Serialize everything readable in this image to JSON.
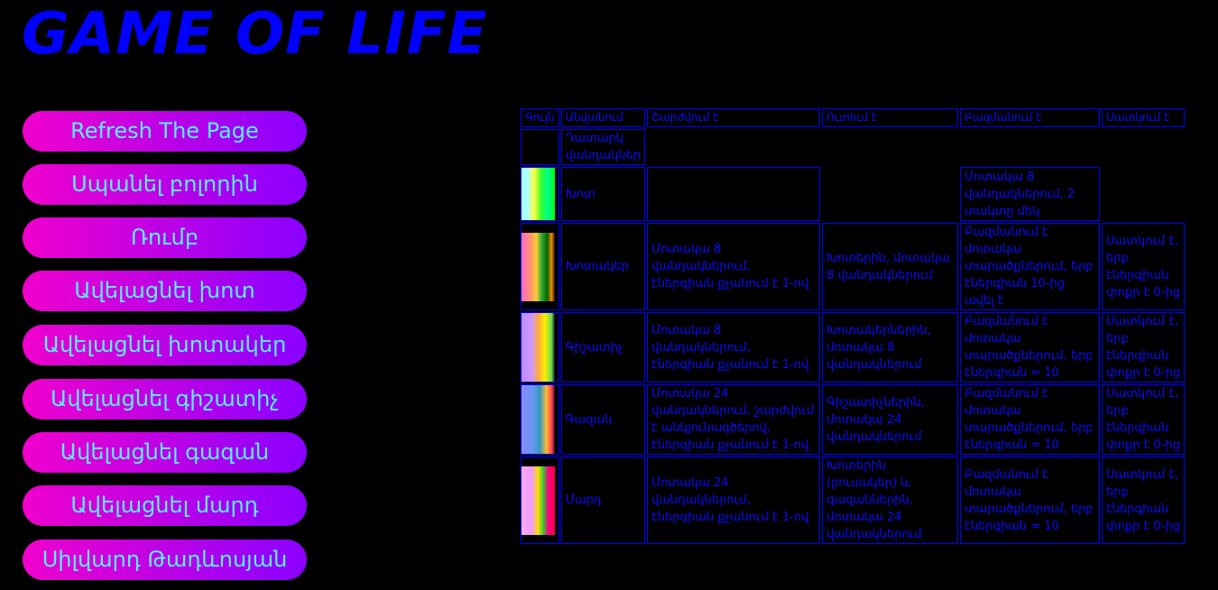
{
  "title": "GAME OF LIFE",
  "buttons": [
    "Refresh The Page",
    "Սպանել բոլորին",
    "Ռումբ",
    "Ավելացնել խոտ",
    "Ավելացնել խոտակեր",
    "Ավելացնել գիշատիչ",
    "Ավելացնել գազան",
    "Ավելացնել մարդ",
    "Սիլվարդ Թադևոսյան"
  ],
  "table": {
    "headers": [
      "Գույն",
      "Անվանում",
      "Շարժվում է",
      "Ուտում է",
      "Բազմանում է",
      "Սատկում է"
    ],
    "rows": [
      {
        "name": "Դատարկ վանդակներ",
        "move": "",
        "eat": "",
        "multiply": "",
        "die": ""
      },
      {
        "name": "Խոտ",
        "move": "",
        "eat": "",
        "multiply": "Մոտակա 8 վանդակներում, 2 տակտը մեկ",
        "die": ""
      },
      {
        "name": "Խոտակեր",
        "move": "Մոտակա 8 վանդակներում, էներգիան քչանում է 1-ով",
        "eat": "Խոտերին, մոտակա 8 վանդակներում",
        "multiply": "Բազմանում է մոտակա տարածքներում, երբ էներգիան 10-ից ավել է",
        "die": "Սատկում է, երբ էներգիան փոքր է 0-ից"
      },
      {
        "name": "Գիշատիչ",
        "move": "Մոտակա 8 վանդակներում, էներգիան քչանում է 1-ով",
        "eat": "Խոտակերներին, մոտակա 8 վանդակներում",
        "multiply": "Բազմանում է մոտակա տարածքներում, երբ էներգիան = 10",
        "die": "Սատկում է, երբ էներգիան փոքր է 0-ից"
      },
      {
        "name": "Գազան",
        "move": "Մոտակա 24 վանդակներում, շարժվում է անկյունագծերով, էներգիան քչանում է 1-ով",
        "eat": "Գիշատիչներին, մոտակա 24 վանդակներում",
        "multiply": "Բազմանում է մոտակա տարածքներում, երբ էներգիան = 10",
        "die": "Սատկում է, երբ էներգիան փոքր է 0-ից"
      },
      {
        "name": "Մարդ",
        "move": "Մոտակա 24 վանդակներում, էներգիան քչանում է 1-ով",
        "eat": "Խոտերին (բուսակեր) և գազաններին, մոտակա 24 վանդակներում",
        "multiply": "Բազմանում է մոտակա տարածքներում, երբ էներգիան = 10",
        "die": "Սատկում է, երբ էներգիան փոքր է 0-ից"
      }
    ]
  },
  "colors": {
    "title": "#0000ff",
    "button_gradient_start": "#f000cc",
    "button_gradient_end": "#8a00ff",
    "button_text": "#57f0ff",
    "table_text": "#0a0aff",
    "table_border": "#0000ff"
  }
}
